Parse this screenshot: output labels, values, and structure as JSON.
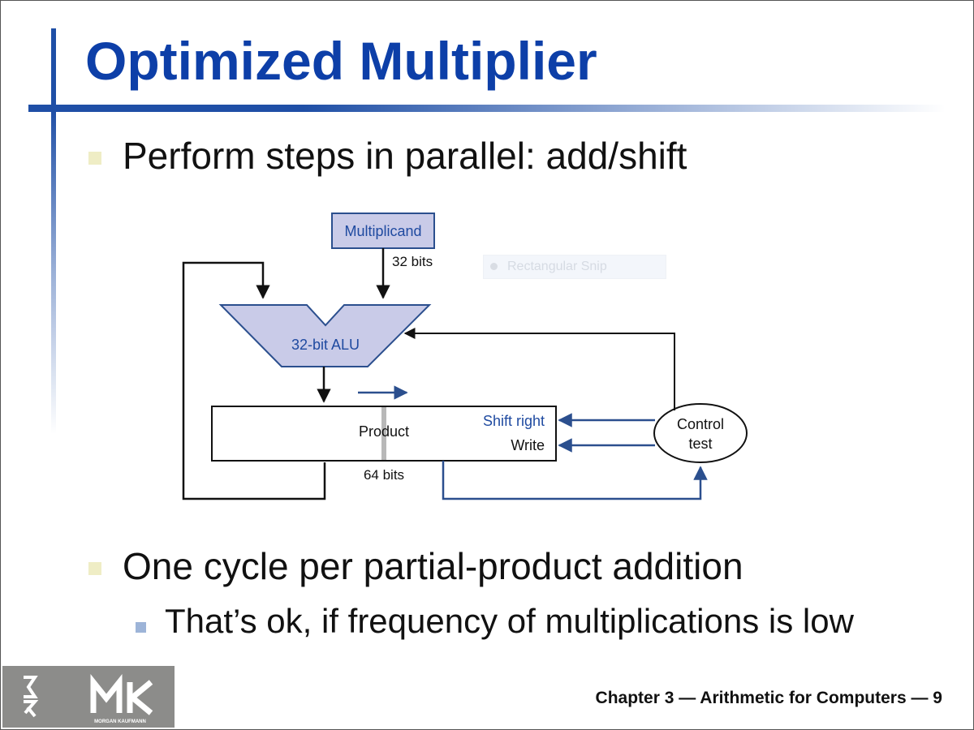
{
  "title": "Optimized Multiplier",
  "bullets": [
    {
      "text": "Perform steps in parallel: add/shift"
    },
    {
      "text": "One cycle per partial-product addition"
    }
  ],
  "sub_bullets": [
    {
      "text": "That’s ok, if frequency of multiplications is low"
    }
  ],
  "diagram": {
    "multiplicand_label": "Multiplicand",
    "multiplicand_width_label": "32 bits",
    "alu_label": "32-bit ALU",
    "product_label": "Product",
    "product_width_label": "64 bits",
    "shift_right_label": "Shift right",
    "write_label": "Write",
    "control_label_line1": "Control",
    "control_label_line2": "test",
    "colors": {
      "fill": "#c9cbe8",
      "stroke_blue": "#2b4f8e",
      "label_blue": "#1f4aa0"
    }
  },
  "overlay": {
    "snip_label": "Rectangular Snip"
  },
  "footer": {
    "logo_text": "MK",
    "logo_subtext": "MORGAN KAUFMANN",
    "logo_side_text": "MK",
    "caption": "Chapter 3 — Arithmetic for Computers — 9"
  },
  "theme": {
    "title_color": "#0d3fa8",
    "bar_color": "#1f4fa6",
    "bullet_color": "#efedc5",
    "sub_bullet_color": "#9db4d8"
  }
}
